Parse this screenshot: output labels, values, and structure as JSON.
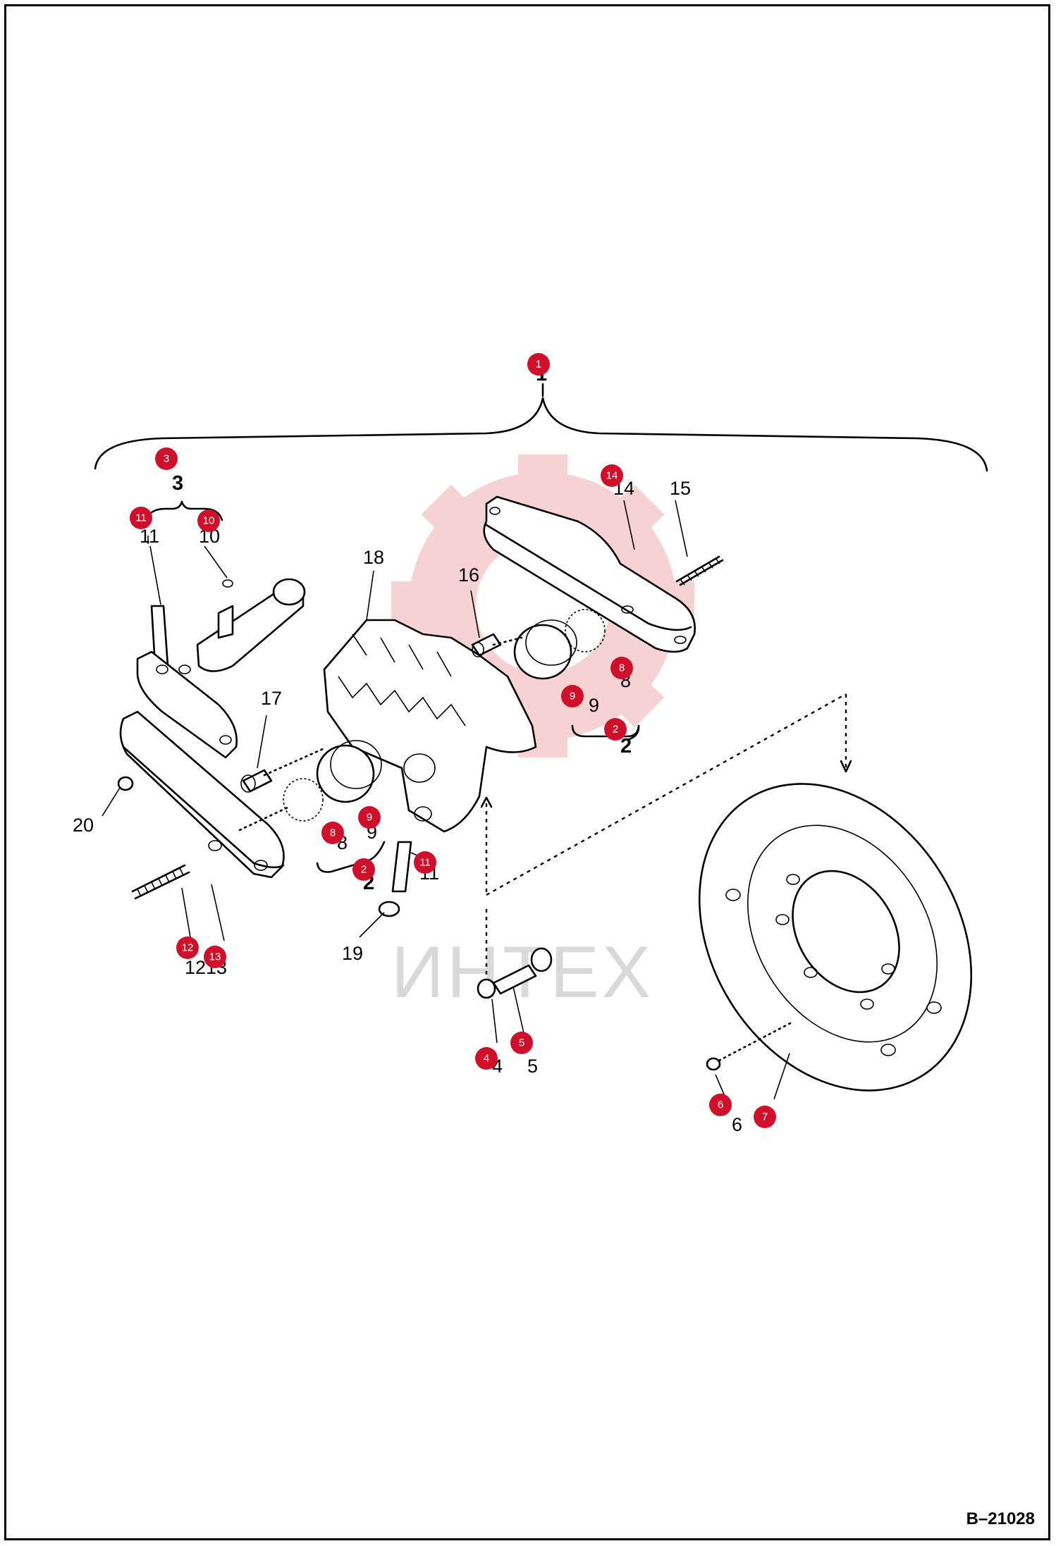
{
  "drawing": {
    "reference_code": "B–21028",
    "watermark_text": "ИНТЕХ"
  },
  "part_labels": {
    "p1": "1",
    "p2a": "2",
    "p2b": "2",
    "p3": "3",
    "p4": "4",
    "p5": "5",
    "p6": "6",
    "p8a": "8",
    "p8b": "8",
    "p9a": "9",
    "p9b": "9",
    "p10": "10",
    "p11a": "11",
    "p11b": "11",
    "p12_13": "1213",
    "p14": "14",
    "p15": "15",
    "p16": "16",
    "p17": "17",
    "p18": "18",
    "p19": "19",
    "p20": "20"
  },
  "callouts": {
    "c1": "1",
    "c3": "3",
    "c11a": "11",
    "c10": "10",
    "c14": "14",
    "c8a": "8",
    "c9a": "9",
    "c2a": "2",
    "c8b": "8",
    "c9b": "9",
    "c2b": "2",
    "c11b": "11",
    "c12": "12",
    "c13": "13",
    "c4": "4",
    "c5": "5",
    "c6": "6",
    "c7": "7"
  },
  "colors": {
    "callout_fill": "#d0102a",
    "watermark_gear": "#f7d2d2",
    "watermark_text": "#d9d9d9"
  }
}
